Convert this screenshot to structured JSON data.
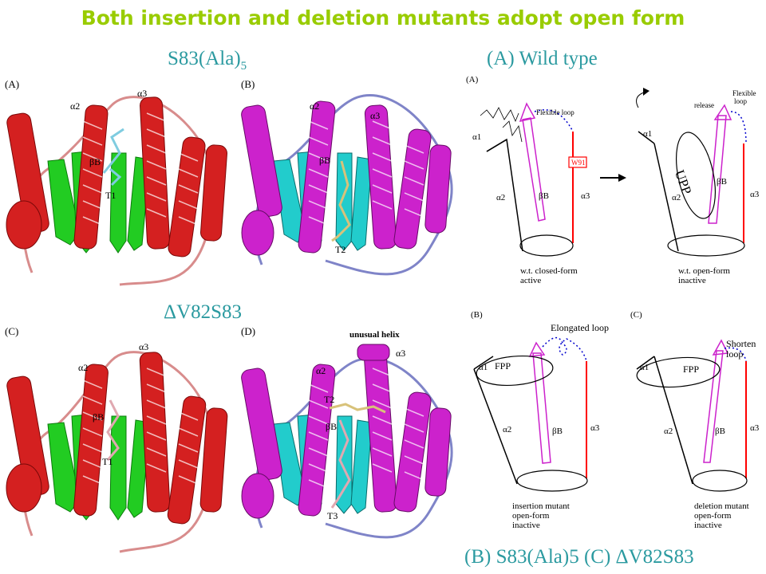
{
  "slide": {
    "title": "Both insertion and deletion mutants adopt open form",
    "label_s83": "S83(Ala)",
    "label_s83_sub": "5",
    "label_wild_type": "(A) Wild type",
    "label_dv82": "ΔV82S83",
    "label_bottom": "(B) S83(Ala)5 (C) ΔV82S83"
  },
  "structures": {
    "A": {
      "letter": "(A)",
      "a2": "α2",
      "a3": "α3",
      "bB": "βB",
      "ligand": "T1"
    },
    "B": {
      "letter": "(B)",
      "a2": "α2",
      "a3": "α3",
      "bB": "βB",
      "ligand": "T2"
    },
    "C": {
      "letter": "(C)",
      "a2": "α2",
      "a3": "α3",
      "bB": "βB",
      "ligand": "T1"
    },
    "D": {
      "letter": "(D)",
      "a2": "α2",
      "a3": "α3",
      "bB": "βB",
      "ligand_top": "T2",
      "ligand_bottom": "T3",
      "annotation": "unusual helix"
    }
  },
  "schematics": {
    "A": {
      "letter": "(A)",
      "closed": {
        "a1": "α1",
        "a2": "α2",
        "a3": "α3",
        "bB": "βB",
        "loop": "Flexible loop",
        "residue": "W91",
        "caption1": "w.t. closed-form",
        "caption2": "active"
      },
      "open": {
        "a1": "α1",
        "a2": "α2",
        "a3": "α3",
        "bB": "βB",
        "loop1": "Flexible",
        "loop2": "loop",
        "release": "release",
        "ligand": "UPP",
        "caption1": "w.t. open-form",
        "caption2": "inactive"
      }
    },
    "B": {
      "letter": "(B)",
      "a1": "α1",
      "a2": "α2",
      "a3": "α3",
      "bB": "βB",
      "loop": "Elongated loop",
      "ligand": "FPP",
      "caption1": "insertion mutant",
      "caption2": "open-form",
      "caption3": "inactive"
    },
    "C": {
      "letter": "(C)",
      "a1": "α1",
      "a2": "α2",
      "a3": "α3",
      "bB": "βB",
      "loop1": "Shorten",
      "loop2": "loop",
      "ligand": "FPP",
      "caption1": "deletion mutant",
      "caption2": "open-form",
      "caption3": "inactive"
    }
  },
  "colors": {
    "title": "#99cc00",
    "teal": "#2b9aa0",
    "helix_red": "#d42020",
    "helix_magenta": "#cc22cc",
    "strand_green": "#22cc22",
    "strand_cyan": "#22cccc",
    "coil_pink": "#d88c8c",
    "coil_blue": "#7f84c8"
  }
}
